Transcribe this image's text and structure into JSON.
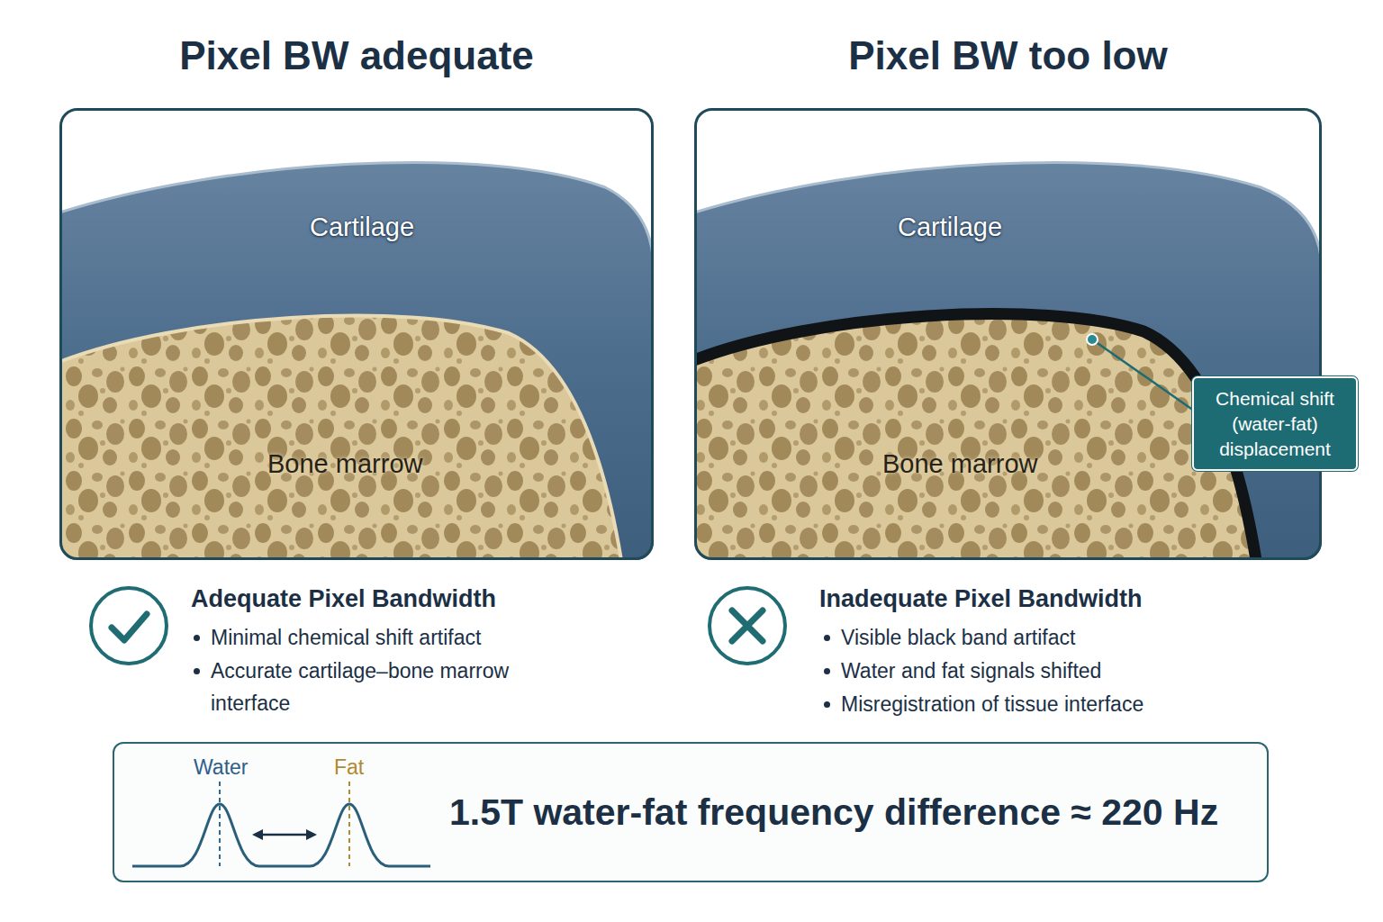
{
  "diagram": {
    "nodes": [
      {
        "text": [
          "Pixel BW adequate"
        ]
      },
      {
        "text": [
          "Pixel BW too low"
        ]
      },
      {
        "text": [
          "Chemical shift (water-fat) displacement"
        ]
      },
      {
        "text": [
          "1.5T water-fat frequency difference ≈ 220 Hz"
        ]
      }
    ],
    "labels": [
      "Cartilage",
      "Bone marrow",
      "Adequate Pixel Bandwidth",
      "Minimal chemical shift artifact",
      "Accurate cartilage–bone marrow interface",
      "Cartilage",
      "Bone marrow",
      "Inadequate Pixel Bandwidth",
      "Visible black band artifact",
      "Water and fat signals shifted",
      "Misregistration of tissue interface",
      "Water",
      "Fat"
    ]
  }
}
